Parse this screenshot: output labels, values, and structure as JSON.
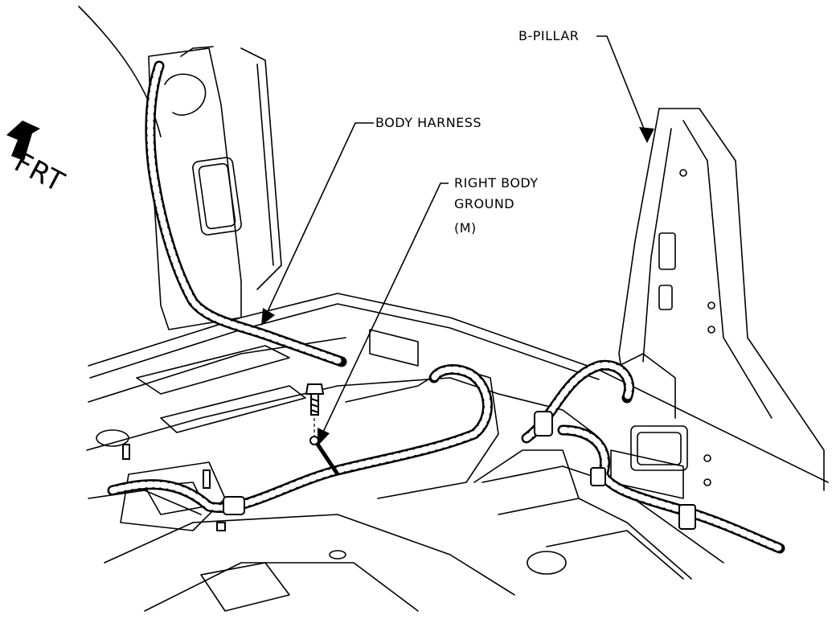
{
  "labels": {
    "b_pillar": "B-PILLAR",
    "body_harness": "BODY HARNESS",
    "right_body_ground_line1": "RIGHT BODY",
    "right_body_ground_line2": "GROUND",
    "right_body_ground_line3": "(M)",
    "front": "FRT"
  },
  "icons": {
    "front_arrow": "arrow-icon"
  },
  "colors": {
    "ink": "#000000",
    "paper": "#ffffff"
  }
}
